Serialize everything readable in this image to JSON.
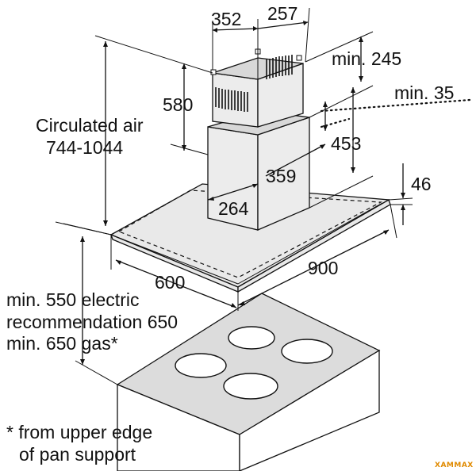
{
  "dimensions": {
    "chimney_width": "352",
    "chimney_depth": "257",
    "min_245": "min. 245",
    "min_35": "min. 35",
    "d580": "580",
    "d453": "453",
    "d359": "359",
    "d264": "264",
    "d46": "46",
    "d900": "900",
    "d600": "600"
  },
  "circulated_air": {
    "line1": "Circulated air",
    "line2": "744-1044"
  },
  "clearance": {
    "line1": "min. 550 electric",
    "line2": "recommendation 650",
    "line3": "min. 650 gas*"
  },
  "footnote": {
    "line1": "* from upper edge",
    "line2": "of pan support"
  },
  "brand": "XAMMAX",
  "colors": {
    "brand": "#e08a00",
    "line": "#111111"
  }
}
